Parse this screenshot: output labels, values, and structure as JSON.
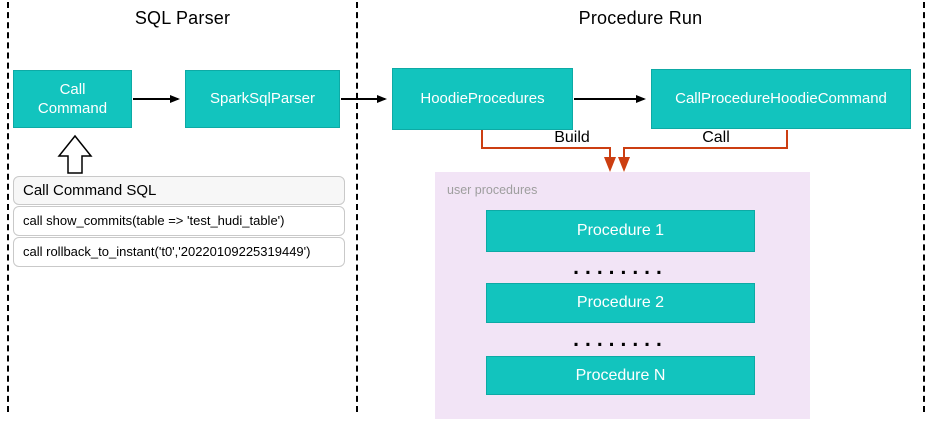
{
  "sections": {
    "sql_parser_title": "SQL Parser",
    "procedure_run_title": "Procedure Run"
  },
  "nodes": {
    "call_command": "Call Command",
    "spark_sql_parser": "SparkSqlParser",
    "hoodie_procedures": "HoodieProcedures",
    "call_procedure_hoodie_command": "CallProcedureHoodieCommand"
  },
  "edge_labels": {
    "build": "Build",
    "call": "Call"
  },
  "sql_panel": {
    "header": "Call Command SQL",
    "rows": [
      "call show_commits(table => 'test_hudi_table')",
      "call rollback_to_instant('t0','20220109225319449')"
    ]
  },
  "procedures_panel": {
    "label": "user procedures",
    "items": [
      "Procedure 1",
      "Procedure 2",
      "Procedure N"
    ],
    "separator": "........"
  },
  "colors": {
    "teal": "#12C4BE",
    "orange": "#CC3E11",
    "purple": "#F2E4F6",
    "gray_text": "#9E9E9E",
    "panel_border": "#C9C9C9",
    "header_bg": "#F7F7F7"
  }
}
